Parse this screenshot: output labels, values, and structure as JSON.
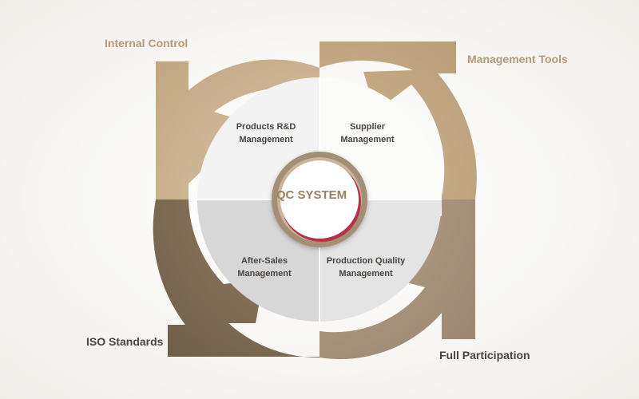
{
  "center": {
    "title": "QC SYSTEM"
  },
  "outer_labels": {
    "top_left": "Internal Control",
    "top_right": "Management Tools",
    "bottom_left": "ISO Standards",
    "bottom_right": "Full Participation"
  },
  "quadrants": {
    "top_left": [
      "Products R&D",
      "Management"
    ],
    "top_right": [
      "Supplier",
      "Management"
    ],
    "bottom_left": [
      "After-Sales",
      "Management"
    ],
    "bottom_right": [
      "Production Quality",
      "Management"
    ]
  },
  "colors": {
    "arrow_top_left": "#c8ad8b",
    "arrow_top_right": "#bba07e",
    "arrow_bottom_left": "#7e6b55",
    "arrow_bottom_right": "#a08c76",
    "label_tan": "#b69a78",
    "label_dark": "#4a4540",
    "center_text": "#9c7f5e",
    "accent_red": "#b5304a"
  }
}
